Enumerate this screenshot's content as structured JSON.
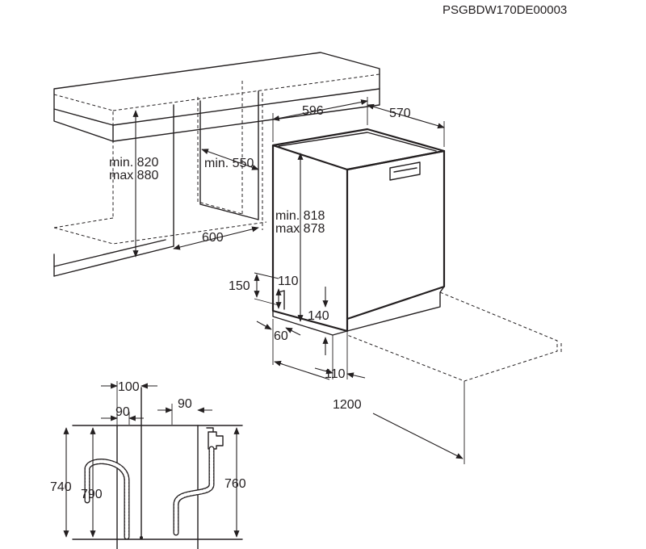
{
  "drawing": {
    "code": "PSGBDW170DE00003"
  },
  "dimensions": {
    "width": "596",
    "depth": "570",
    "niche_height_min": "min. 820",
    "niche_height_max": "max 880",
    "niche_depth_min": "min. 550",
    "niche_width": "600",
    "appliance_height_min": "min. 818",
    "appliance_height_max": "max 878",
    "plinth_150": "150",
    "plinth_110": "110",
    "plinth_140": "140",
    "plinth_60": "60",
    "offset_110": "110",
    "total_1200": "1200"
  },
  "side_view": {
    "top_100": "100",
    "top_90_left": "90",
    "top_90_right": "90",
    "height_740": "740",
    "height_790": "790",
    "height_760": "760"
  }
}
